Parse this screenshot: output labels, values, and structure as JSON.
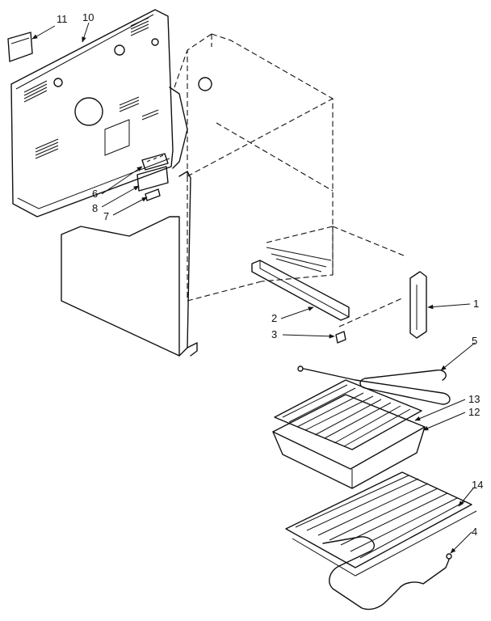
{
  "diagram": {
    "callouts": [
      {
        "id": "11",
        "label": "11"
      },
      {
        "id": "10",
        "label": "10"
      },
      {
        "id": "6",
        "label": "6"
      },
      {
        "id": "8",
        "label": "8"
      },
      {
        "id": "7",
        "label": "7"
      },
      {
        "id": "1",
        "label": "1"
      },
      {
        "id": "2",
        "label": "2"
      },
      {
        "id": "3",
        "label": "3"
      },
      {
        "id": "5",
        "label": "5"
      },
      {
        "id": "13",
        "label": "13"
      },
      {
        "id": "12",
        "label": "12"
      },
      {
        "id": "14",
        "label": "14"
      },
      {
        "id": "4",
        "label": "4"
      }
    ]
  }
}
